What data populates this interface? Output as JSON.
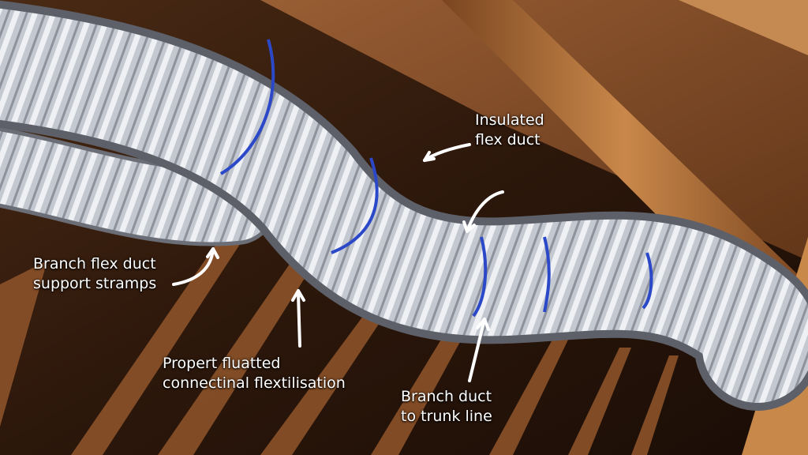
{
  "labels": {
    "insulated": [
      "Insulated",
      "flex duct"
    ],
    "support": [
      "Branch flex duct",
      "support stramps"
    ],
    "proper": [
      "Propert fluatted",
      "connectinal flextilisation"
    ],
    "branch": [
      "Branch duct",
      "to trunk line"
    ]
  },
  "colors": {
    "wood": "#b8773d",
    "dark_wood": "#3a1f0f",
    "duct": "#c8cbd3",
    "tape": "#2b48c8",
    "label_text": "#ffffff"
  }
}
